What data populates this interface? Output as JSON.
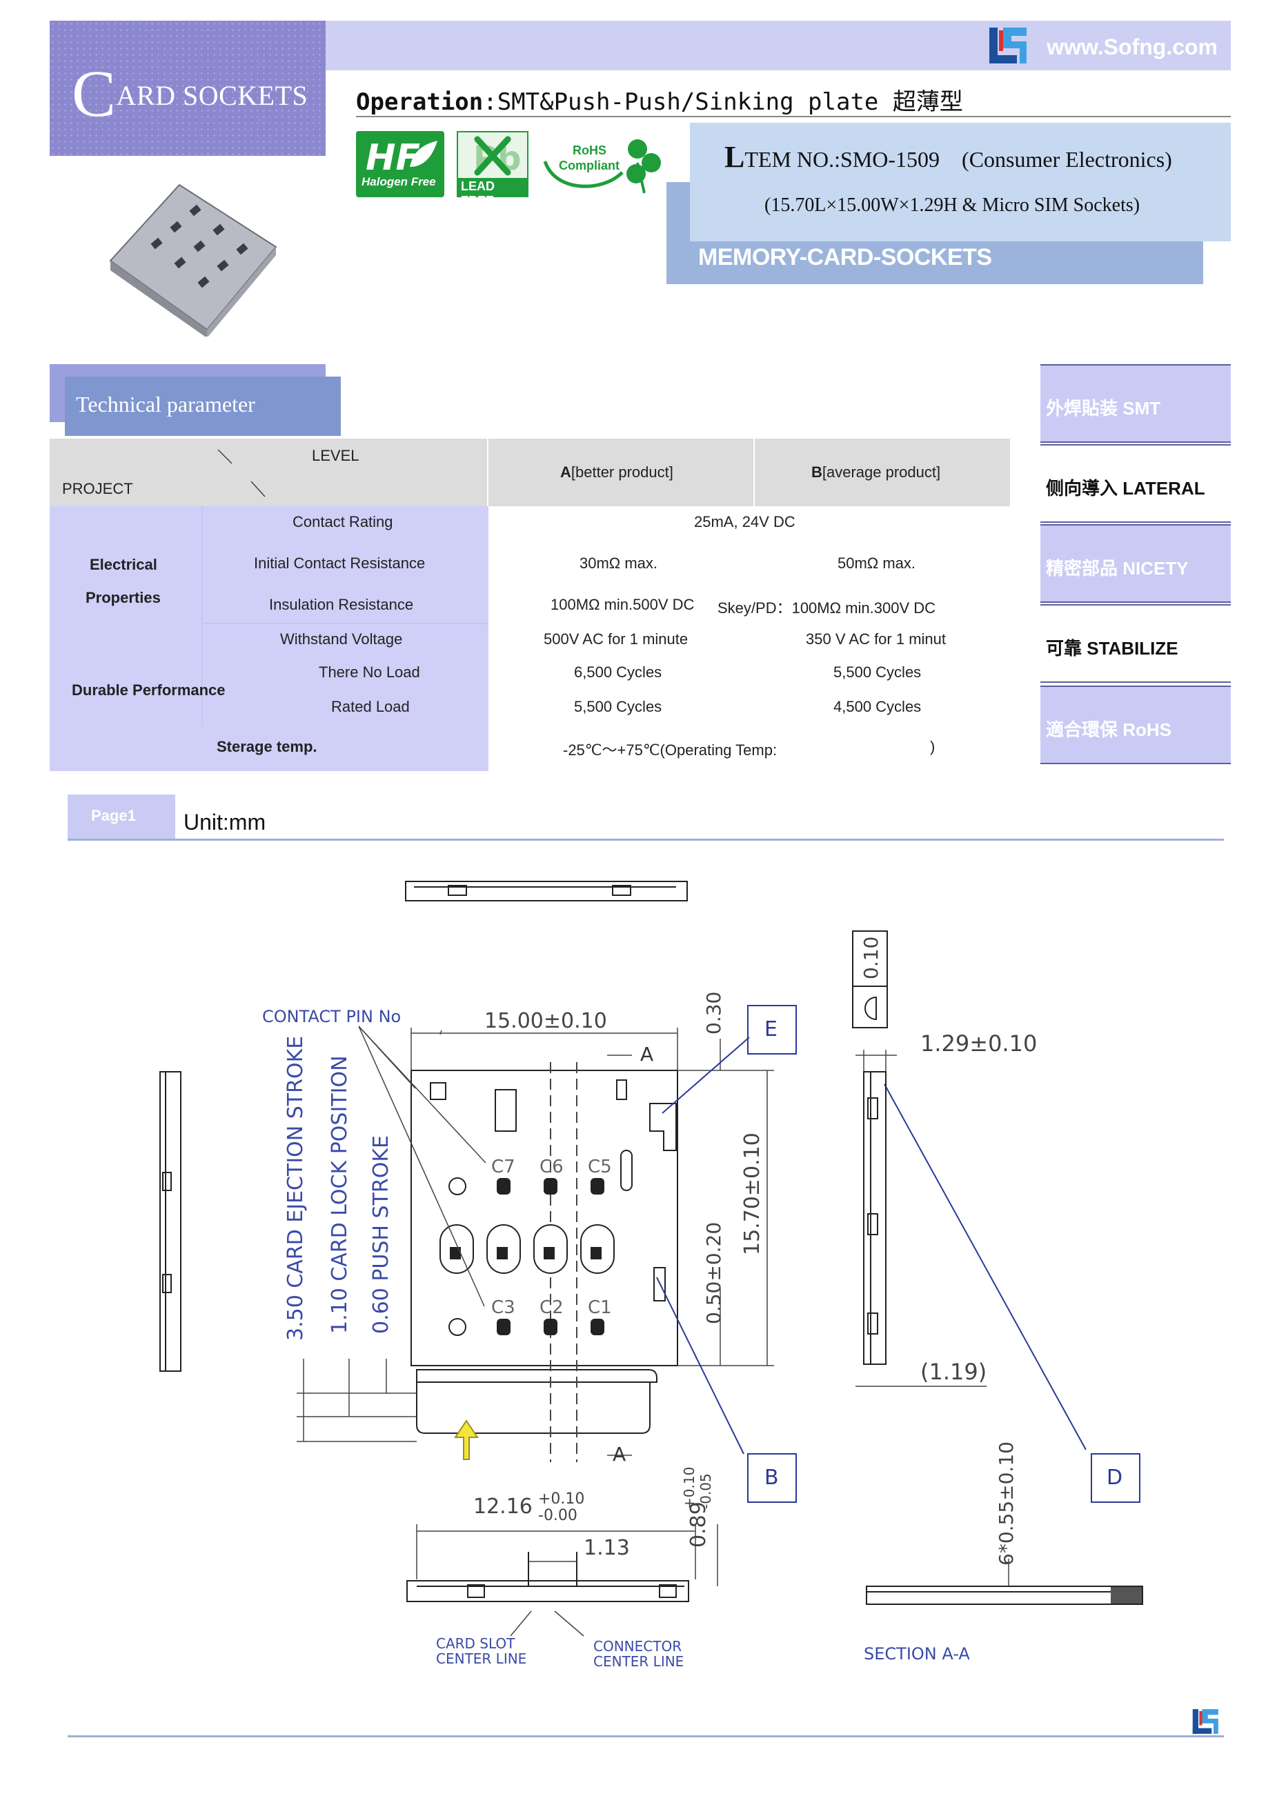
{
  "header": {
    "brand_big_letter": "C",
    "brand_rest": "ARD SOCKETS",
    "site_url": "www.Sofng.com",
    "operation_label": "Operation",
    "operation_value": ":SMT&Push-Push/Sinking plate 超薄型"
  },
  "badges": {
    "halogen": "Halogen Free",
    "lead": "LEAD FREE",
    "rohs_line1": "RoHS",
    "rohs_line2": "Compliant"
  },
  "item": {
    "no_cap": "L",
    "no_rest": "TEM NO.:SMO-1509",
    "category": "(Consumer Electronics)",
    "dimensions": "(15.70L×15.00W×1.29H & Micro SIM Sockets)",
    "memory_label": "MEMORY-CARD-SOCKETS"
  },
  "tech": {
    "title": "Technical parameter",
    "head_level": "LEVEL",
    "head_project": "PROJECT",
    "col_a_bold": "A",
    "col_a_rest": "[better product]",
    "col_b_bold": "B",
    "col_b_rest": "[average product]",
    "group_electrical_1": "Electrical",
    "group_electrical_2": "Properties",
    "group_durable": "Durable Performance",
    "storage": "Sterage temp.",
    "rows": {
      "contact_rating": "Contact Rating",
      "contact_rating_val": "25mA, 24V DC",
      "initial_res": "Initial Contact Resistance",
      "initial_res_a": "30mΩ max.",
      "initial_res_b": "50mΩ max.",
      "insulation": "Insulation Resistance",
      "insulation_a": "100MΩ min.500V DC",
      "insulation_b": "Skey/PD：100MΩ min.300V DC",
      "withstand": "Withstand Voltage",
      "withstand_a": "500V AC for 1 minute",
      "withstand_b": "350 V AC for 1 minut",
      "no_load": "There No Load",
      "no_load_a": "6,500 Cycles",
      "no_load_b": "5,500 Cycles",
      "rated_load": "Rated Load",
      "rated_load_a": "5,500 Cycles",
      "rated_load_b": "4,500 Cycles",
      "storage_val": "-25℃～+75℃(Operating Temp:",
      "storage_close": ")"
    }
  },
  "features": [
    "外焊貼装  SMT",
    "侧向導入 LATERAL",
    "精密部品 NICETY",
    "可靠 STABILIZE",
    "適合環保 RoHS"
  ],
  "page": {
    "tab": "Page1",
    "unit": "Unit:mm"
  },
  "drawing": {
    "contact_pin": "CONTACT PIN No",
    "width": "15.00±0.10",
    "gap_030": "0.30",
    "length": "15.70±0.10",
    "dim_050": "0.50±0.20",
    "height": "1.29±0.10",
    "dim_010": "0.10",
    "dim_119": "(1.19)",
    "eject": "3.50 CARD EJECTION STROKE",
    "lock": "1.10 CARD LOCK POSITION",
    "push": "0.60 PUSH STROKE",
    "dim_1216": "12.16",
    "dim_1216_tol_up": "+0.10",
    "dim_1216_tol_dn": "-0.00",
    "dim_113": "1.13",
    "dim_089": "0.89",
    "dim_089_tol_up": "+0.10",
    "dim_089_tol_dn": "-0.05",
    "pitch": "6*0.55±0.10",
    "section_mark": "A",
    "pins_top": [
      "C7",
      "C6",
      "C5"
    ],
    "pins_bottom": [
      "C3",
      "C2",
      "C1"
    ],
    "label_e": "E",
    "label_b": "B",
    "label_d": "D",
    "slot_line_1": "CARD SLOT",
    "slot_line_2": "CENTER LINE",
    "conn_line_1": "CONNECTOR",
    "conn_line_2": "CENTER LINE",
    "section": "SECTION A-A"
  }
}
